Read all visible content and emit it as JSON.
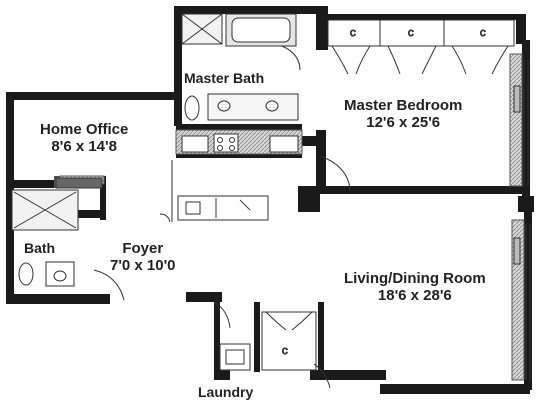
{
  "plan": {
    "rooms": [
      {
        "id": "master-bath",
        "name": "Master Bath",
        "dims": ""
      },
      {
        "id": "master-bedroom",
        "name": "Master Bedroom",
        "dims": "12'6 x 25'6"
      },
      {
        "id": "home-office",
        "name": "Home Office",
        "dims": "8'6 x 14'8"
      },
      {
        "id": "bath",
        "name": "Bath",
        "dims": ""
      },
      {
        "id": "foyer",
        "name": "Foyer",
        "dims": "7'0 x 10'0"
      },
      {
        "id": "living-dining",
        "name": "Living/Dining Room",
        "dims": "18'6 x 28'6"
      },
      {
        "id": "laundry",
        "name": "Laundry",
        "dims": ""
      }
    ],
    "colors": {
      "wall": "#1a1a1a",
      "fixture": "#444444",
      "hatch": "#9a9a9a",
      "background": "#ffffff"
    }
  }
}
